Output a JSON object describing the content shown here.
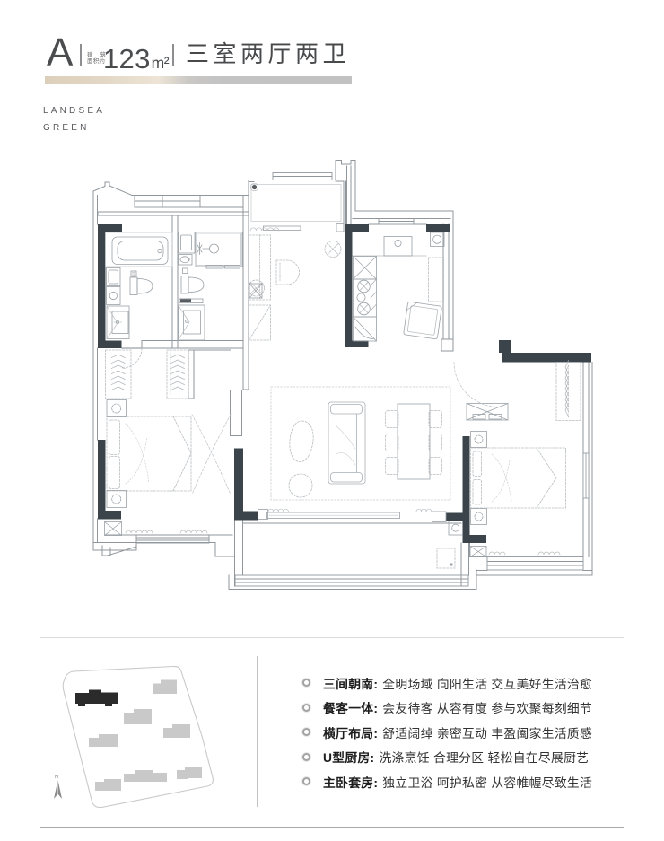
{
  "header": {
    "unit_label": "A",
    "area_note_line1": "建 筑",
    "area_note_line2": "面积约",
    "area_value": "123",
    "area_unit": "m²",
    "layout_title": "三室两厅两卫",
    "brand_line1": "LANDSEA",
    "brand_line2": "GREEN",
    "accent_beige": "#e3d7c6",
    "accent_gray": "#c3c3c3"
  },
  "floor_plan": {
    "type": "apartment-floor-plan",
    "structural_wall_color": "#3b444b",
    "line_color": "#8f979c",
    "furniture": [
      "bathtub",
      "toilet",
      "vanity",
      "washer",
      "shower",
      "washbasin",
      "kitchen-sink",
      "cooktop",
      "fridge",
      "bed",
      "nightstand",
      "wardrobe",
      "sofa",
      "coffee-table",
      "armchair",
      "dining-table",
      "dining-chairs",
      "tv-console",
      "dresser",
      "balcony"
    ]
  },
  "site_plan": {
    "north_label": "N",
    "building_color": "#c9c9c9",
    "highlight_color": "#2b2b2b"
  },
  "features": {
    "items": [
      {
        "label": "三间朝南:",
        "desc": "全明场域 向阳生活 交互美好生活治愈"
      },
      {
        "label": "餐客一体:",
        "desc": "会友待客 从容有度 参与欢聚每刻细节"
      },
      {
        "label": "横厅布局:",
        "desc": "舒适阔绰 亲密互动 丰盈阖家生活质感"
      },
      {
        "label": "U型厨房:",
        "desc": "洗涤烹饪 合理分区 轻松自在尽展厨艺"
      },
      {
        "label": "主卧套房:",
        "desc": "独立卫浴 呵护私密 从容帷幄尽致生活"
      }
    ]
  }
}
